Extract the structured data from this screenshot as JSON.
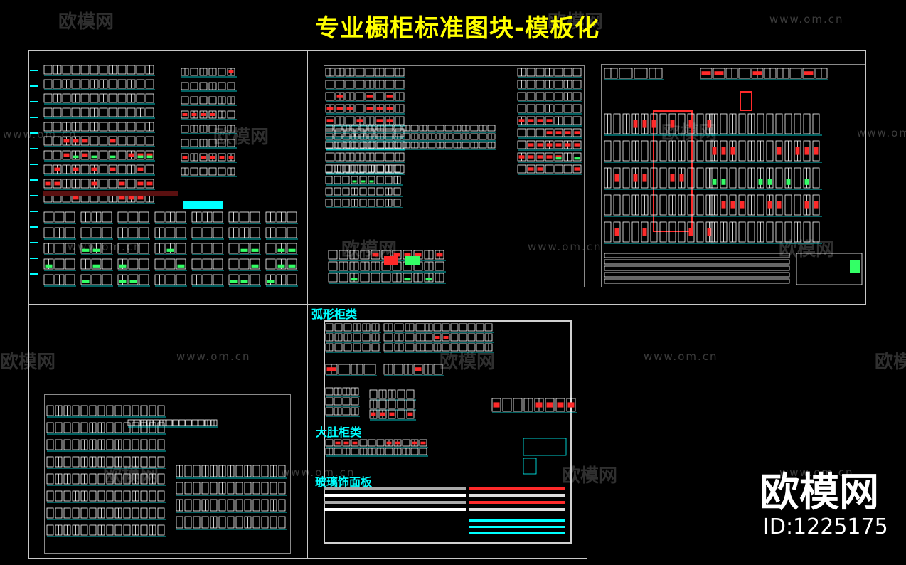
{
  "title": "专业橱柜标准图块-模板化",
  "watermark": {
    "brand_text": "欧模网",
    "url_text": "www.om.cn"
  },
  "sections": {
    "arc_cabinets": "弧形柜类",
    "belly_cabinets": "大肚柜类",
    "glass_panels": "玻璃饰面板"
  },
  "brand": {
    "name": "欧模网",
    "id": "ID:1225175"
  },
  "colors": {
    "background": "#000000",
    "frame": "#c8c8c8",
    "title": "#ffff00",
    "cad_cyan": "#00ffff",
    "cad_white": "#ffffff",
    "cad_red": "#ff2a2a",
    "cad_green": "#33ff66",
    "cad_yellow": "#ffff33"
  }
}
